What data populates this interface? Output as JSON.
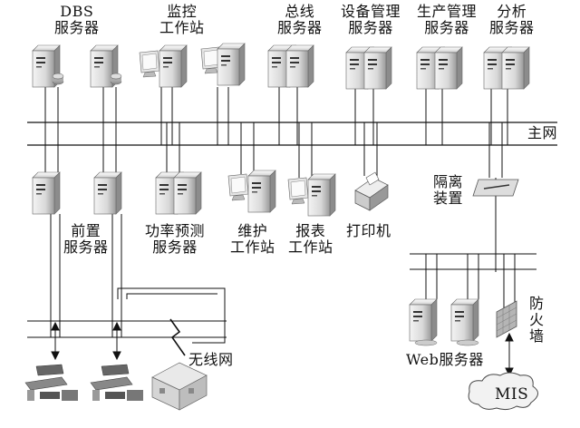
{
  "top_nodes": [
    {
      "id": "dbs",
      "line1": "DBS",
      "line2": "服务器",
      "icon": "db-server-icon"
    },
    {
      "id": "monitor",
      "line1": "监控",
      "line2": "工作站",
      "icon": "workstation-icon"
    },
    {
      "id": "bus",
      "line1": "总线",
      "line2": "服务器",
      "icon": "server-icon"
    },
    {
      "id": "device-mgmt",
      "line1": "设备管理",
      "line2": "服务器",
      "icon": "server-icon"
    },
    {
      "id": "prod-mgmt",
      "line1": "生产管理",
      "line2": "服务器",
      "icon": "server-icon"
    },
    {
      "id": "analysis",
      "line1": "分析",
      "line2": "服务器",
      "icon": "server-icon"
    }
  ],
  "network": {
    "main_label": "主网"
  },
  "bottom_nodes": [
    {
      "id": "front",
      "line1": "前置",
      "line2": "服务器",
      "icon": "server-icon"
    },
    {
      "id": "power-forecast",
      "line1": "功率预测",
      "line2": "服务器",
      "icon": "server-icon"
    },
    {
      "id": "maintenance",
      "line1": "维护",
      "line2": "工作站",
      "icon": "workstation-icon"
    },
    {
      "id": "report",
      "line1": "报表",
      "line2": "工作站",
      "icon": "workstation-icon"
    },
    {
      "id": "printer",
      "line1": "打印机",
      "icon": "printer-icon"
    }
  ],
  "isolation": {
    "line1": "隔离",
    "line2": "装置",
    "icon": "isolation-device-icon"
  },
  "web": {
    "label": "Web服务器",
    "icon": "server-icon"
  },
  "firewall": {
    "line1": "防",
    "line2": "火",
    "line3": "墙",
    "icon": "firewall-icon"
  },
  "mis": {
    "label": "MIS",
    "icon": "cloud-icon"
  },
  "wireless": {
    "label": "无线网",
    "icon": "lightning-icon"
  }
}
